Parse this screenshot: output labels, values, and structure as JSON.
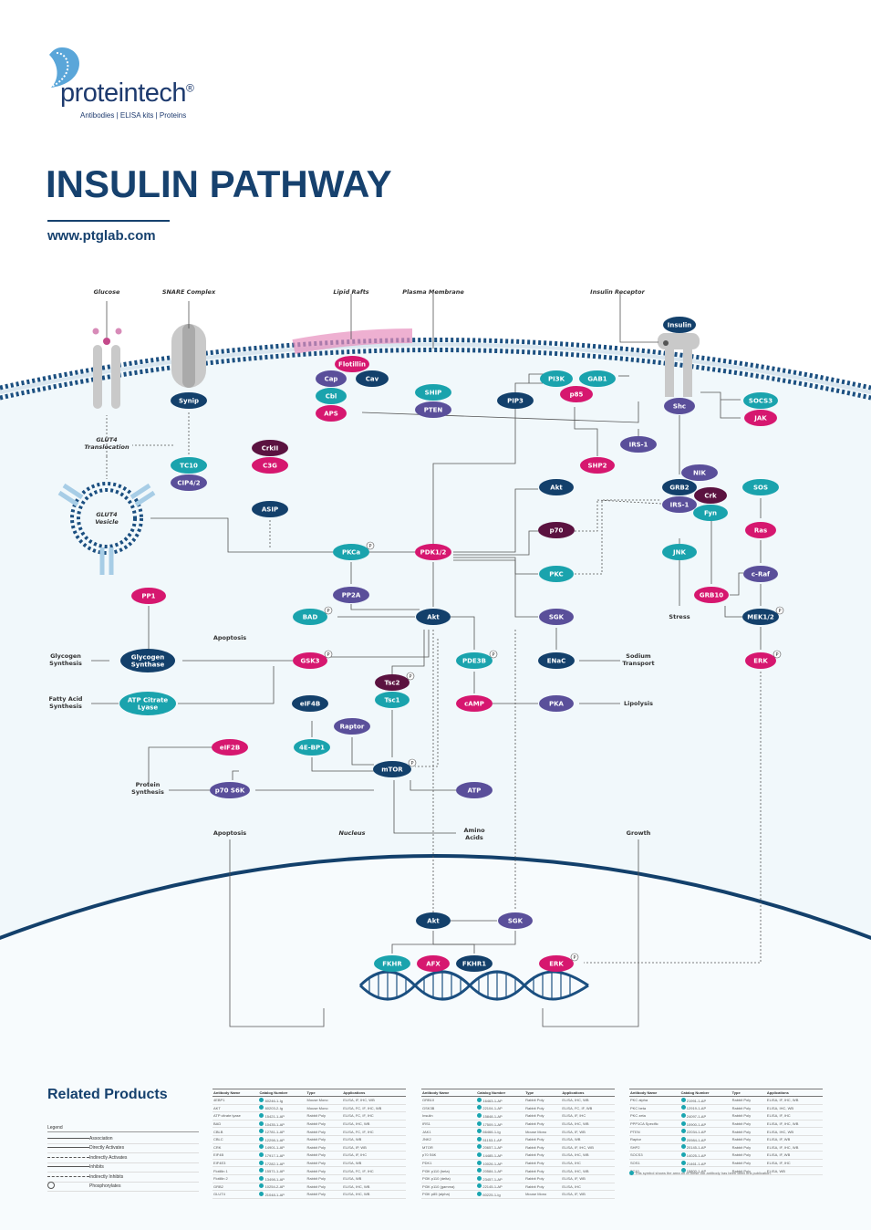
{
  "brand": {
    "name": "proteintech",
    "registered": "®",
    "tagline": "Antibodies  |  ELISA kits  |  Proteins"
  },
  "title": "INSULIN PATHWAY",
  "url": "www.ptglab.com",
  "colors": {
    "navy": "#13406b",
    "teal": "#1aa3ad",
    "magenta": "#d6176f",
    "purple": "#5a4f9a",
    "maroon": "#5b1240",
    "membrane": "#1b4f80",
    "cytoplasm": "#f1f8fb"
  },
  "structure_labels": {
    "glucose": "Glucose",
    "snare": "SNARE Complex",
    "lipid_rafts": "Lipid Rafts",
    "plasma_membrane": "Plasma Membrane",
    "insulin_receptor": "Insulin Receptor",
    "glut4_translocation": "GLUT4\nTranslocation",
    "glut4_vesicle": "GLUT4\nVesicle",
    "nucleus": "Nucleus"
  },
  "nodes": [
    {
      "id": "insulin",
      "label": "Insulin",
      "color": "navy"
    },
    {
      "id": "flotillin",
      "label": "Flotillin",
      "color": "magenta"
    },
    {
      "id": "cap",
      "label": "Cap",
      "color": "purple"
    },
    {
      "id": "cav",
      "label": "Cav",
      "color": "navy"
    },
    {
      "id": "cbl",
      "label": "Cbl",
      "color": "teal"
    },
    {
      "id": "aps",
      "label": "APS",
      "color": "magenta"
    },
    {
      "id": "synip",
      "label": "Synip",
      "color": "navy"
    },
    {
      "id": "ship",
      "label": "SHIP",
      "color": "teal"
    },
    {
      "id": "pten",
      "label": "PTEN",
      "color": "purple"
    },
    {
      "id": "pip3",
      "label": "PIP3",
      "color": "navy"
    },
    {
      "id": "pi3k",
      "label": "PI3K",
      "color": "teal"
    },
    {
      "id": "gab1",
      "label": "GAB1",
      "color": "teal"
    },
    {
      "id": "p85",
      "label": "p85",
      "color": "magenta"
    },
    {
      "id": "shc",
      "label": "Shc",
      "color": "purple"
    },
    {
      "id": "socs3",
      "label": "SOCS3",
      "color": "teal"
    },
    {
      "id": "jak",
      "label": "JAK",
      "color": "magenta"
    },
    {
      "id": "crkii",
      "label": "CrkII",
      "color": "maroon"
    },
    {
      "id": "c3g",
      "label": "C3G",
      "color": "magenta"
    },
    {
      "id": "tc10",
      "label": "TC10",
      "color": "teal"
    },
    {
      "id": "cip4",
      "label": "CIP4/2",
      "color": "purple"
    },
    {
      "id": "irs1_top",
      "label": "IRS-1",
      "color": "purple"
    },
    {
      "id": "shp2",
      "label": "SHP2",
      "color": "magenta"
    },
    {
      "id": "nik",
      "label": "NIK",
      "color": "purple"
    },
    {
      "id": "grb2",
      "label": "GRB2",
      "color": "navy"
    },
    {
      "id": "crk",
      "label": "Crk",
      "color": "maroon"
    },
    {
      "id": "irs1",
      "label": "IRS-1",
      "color": "purple"
    },
    {
      "id": "fyn",
      "label": "Fyn",
      "color": "teal"
    },
    {
      "id": "sos",
      "label": "SOS",
      "color": "teal"
    },
    {
      "id": "akt_top",
      "label": "Akt",
      "color": "navy"
    },
    {
      "id": "asip",
      "label": "ASIP",
      "color": "navy"
    },
    {
      "id": "p70",
      "label": "p70",
      "color": "maroon"
    },
    {
      "id": "ras",
      "label": "Ras",
      "color": "magenta"
    },
    {
      "id": "pkca",
      "label": "PKCa",
      "color": "teal"
    },
    {
      "id": "pdk12",
      "label": "PDK1/2",
      "color": "magenta"
    },
    {
      "id": "pkc",
      "label": "PKC",
      "color": "teal"
    },
    {
      "id": "jnk",
      "label": "JNK",
      "color": "teal"
    },
    {
      "id": "craf",
      "label": "c-Raf",
      "color": "purple"
    },
    {
      "id": "pp1",
      "label": "PP1",
      "color": "magenta"
    },
    {
      "id": "pp2a",
      "label": "PP2A",
      "color": "purple"
    },
    {
      "id": "grb10",
      "label": "GRB10",
      "color": "magenta"
    },
    {
      "id": "bad",
      "label": "BAD",
      "color": "teal"
    },
    {
      "id": "akt_mid",
      "label": "Akt",
      "color": "navy"
    },
    {
      "id": "sgk_mid",
      "label": "SGK",
      "color": "purple"
    },
    {
      "id": "mek12",
      "label": "MEK1/2",
      "color": "navy"
    },
    {
      "id": "glycogen_synthase",
      "label": "Glycogen\nSynthase",
      "color": "navy"
    },
    {
      "id": "gsk3",
      "label": "GSK3",
      "color": "magenta"
    },
    {
      "id": "pde3b",
      "label": "PDE3B",
      "color": "teal"
    },
    {
      "id": "enac",
      "label": "ENaC",
      "color": "navy"
    },
    {
      "id": "erk_top",
      "label": "ERK",
      "color": "magenta"
    },
    {
      "id": "tsc2",
      "label": "Tsc2",
      "color": "maroon"
    },
    {
      "id": "tsc1",
      "label": "Tsc1",
      "color": "teal"
    },
    {
      "id": "atp_citrate",
      "label": "ATP Citrate\nLyase",
      "color": "teal"
    },
    {
      "id": "eif4b",
      "label": "eIF4B",
      "color": "navy"
    },
    {
      "id": "camp",
      "label": "cAMP",
      "color": "magenta"
    },
    {
      "id": "pka",
      "label": "PKA",
      "color": "purple"
    },
    {
      "id": "raptor",
      "label": "Raptor",
      "color": "purple"
    },
    {
      "id": "eif2b",
      "label": "eIF2B",
      "color": "magenta"
    },
    {
      "id": "4ebp1",
      "label": "4E-BP1",
      "color": "teal"
    },
    {
      "id": "mtor",
      "label": "mTOR",
      "color": "navy"
    },
    {
      "id": "p70s6k",
      "label": "p70 S6K",
      "color": "purple"
    },
    {
      "id": "atp",
      "label": "ATP",
      "color": "purple"
    },
    {
      "id": "akt_nuc",
      "label": "Akt",
      "color": "navy"
    },
    {
      "id": "sgk_nuc",
      "label": "SGK",
      "color": "purple"
    },
    {
      "id": "fkhr",
      "label": "FKHR",
      "color": "teal"
    },
    {
      "id": "afx",
      "label": "AFX",
      "color": "magenta"
    },
    {
      "id": "fkhr1",
      "label": "FKHR1",
      "color": "navy"
    },
    {
      "id": "erk_nuc",
      "label": "ERK",
      "color": "magenta"
    }
  ],
  "text_labels": {
    "stress": "Stress",
    "apoptosis_mid": "Apoptosis",
    "glycogen_synthesis": "Glycogen\nSynthesis",
    "fatty_acid_synthesis": "Fatty Acid\nSynthesis",
    "sodium_transport": "Sodium\nTransport",
    "lipolysis": "Lipolysis",
    "protein_synthesis": "Protein\nSynthesis",
    "amino_acids": "Amino\nAcids",
    "apoptosis_bottom": "Apoptosis",
    "growth": "Growth",
    "phospho": "P"
  },
  "related_products": {
    "heading": "Related Products",
    "legend_title": "Legend",
    "legend": [
      "Association",
      "Directly Activates",
      "Indirectly Activates",
      "Inhibits",
      "Indirectly Inhibits",
      "Phosphorylates"
    ],
    "columns": [
      "Antibody Name",
      "Catalog Number",
      "Type",
      "Applications"
    ],
    "tables": [
      {
        "rows": [
          [
            "4EBP1",
            "60246-1-Ig",
            "Mouse Mono",
            "ELISA, IF, IHC, WB"
          ],
          [
            "AKT",
            "60203-2-Ig",
            "Mouse Mono",
            "ELISA, FC, IF, IHC, WB"
          ],
          [
            "ATP citrate lyase",
            "15421-1-AP",
            "Rabbit Poly",
            "ELISA, FC, IF, IHC"
          ],
          [
            "BAD",
            "10435-1-AP",
            "Rabbit Poly",
            "ELISA, IHC, WB"
          ],
          [
            "CBLB",
            "12781-1-AP",
            "Rabbit Poly",
            "ELISA, FC, IF, IHC"
          ],
          [
            "CBLC",
            "12298-1-AP",
            "Rabbit Poly",
            "ELISA, WB"
          ],
          [
            "CRK",
            "14901-1-AP",
            "Rabbit Poly",
            "ELISA, IP, WB"
          ],
          [
            "EIF4B",
            "17917-1-AP",
            "Rabbit Poly",
            "ELISA, IF, IHC"
          ],
          [
            "EIF4E3",
            "17282-1-AP",
            "Rabbit Poly",
            "ELISA, WB"
          ],
          [
            "Flotillin 1",
            "15571-1-AP",
            "Rabbit Poly",
            "ELISA, FC, IF, IHC"
          ],
          [
            "Flotillin 2",
            "13498-1-AP",
            "Rabbit Poly",
            "ELISA, WB"
          ],
          [
            "GRB2",
            "10254-2-AP",
            "Rabbit Poly",
            "ELISA, IHC, WB"
          ],
          [
            "GLUT4",
            "21048-1-AP",
            "Rabbit Poly",
            "ELISA, IHC, WB"
          ]
        ]
      },
      {
        "rows": [
          [
            "GRB10",
            "16463-1-AP",
            "Rabbit Poly",
            "ELISA, IHC, WB"
          ],
          [
            "GSK3B",
            "22104-1-AP",
            "Rabbit Poly",
            "ELISA, FC, IF, WB"
          ],
          [
            "Insulin",
            "15848-1-AP",
            "Rabbit Poly",
            "ELISA, IF, IHC"
          ],
          [
            "IRS1",
            "17509-1-AP",
            "Rabbit Poly",
            "ELISA, IHC, WB"
          ],
          [
            "JAK1",
            "66466-1-Ig",
            "Mouse Mono",
            "ELISA, IF, WB"
          ],
          [
            "JNK2",
            "51153-1-AP",
            "Rabbit Poly",
            "ELISA, WB"
          ],
          [
            "MTOR",
            "20657-1-AP",
            "Rabbit Poly",
            "ELISA, IF, IHC, WB"
          ],
          [
            "p70 S6K",
            "14485-1-AP",
            "Rabbit Poly",
            "ELISA, IHC, WB"
          ],
          [
            "PDK1",
            "10026-1-AP",
            "Rabbit Poly",
            "ELISA, IHC"
          ],
          [
            "PI3K p110 (beta)",
            "20584-1-AP",
            "Rabbit Poly",
            "ELISA, IHC, WB"
          ],
          [
            "PI3K p110 (delta)",
            "23457-1-AP",
            "Rabbit Poly",
            "ELISA, IF, WB"
          ],
          [
            "PI3K p110 (gamma)",
            "22145-1-AP",
            "Rabbit Poly",
            "ELISA, IHC"
          ],
          [
            "PI3K p85 (alpha)",
            "60225-1-Ig",
            "Mouse Mono",
            "ELISA, IF, WB"
          ]
        ]
      },
      {
        "rows": [
          [
            "PKC alpha",
            "21991-1-AP",
            "Rabbit Poly",
            "ELISA, IF, IHC, WB"
          ],
          [
            "PKC beta",
            "12919-1-AP",
            "Rabbit Poly",
            "ELISA, IHC, WB"
          ],
          [
            "PKC zeta",
            "24097-1-AP",
            "Rabbit Poly",
            "ELISA, IF, IHC"
          ],
          [
            "PPP1CA Specific",
            "10900-1-AP",
            "Rabbit Poly",
            "ELISA, IF, IHC, WB"
          ],
          [
            "PTEN",
            "22034-1-AP",
            "Rabbit Poly",
            "ELISA, IHC, WB"
          ],
          [
            "Raptor",
            "20984-1-AP",
            "Rabbit Poly",
            "ELISA, IF, WB"
          ],
          [
            "SHP2",
            "20145-1-AP",
            "Rabbit Poly",
            "ELISA, IF, IHC, WB"
          ],
          [
            "SOCS3",
            "14025-1-AP",
            "Rabbit Poly",
            "ELISA, IF, WB"
          ],
          [
            "SOS1",
            "21461-1-AP",
            "Rabbit Poly",
            "ELISA, IF, IHC"
          ],
          [
            "TC10",
            "15800-1-AP",
            "Rabbit Poly",
            "ELISA, WB"
          ]
        ]
      }
    ],
    "note": "This symbol shows the area on of these our antibody has been cited in a publication."
  }
}
